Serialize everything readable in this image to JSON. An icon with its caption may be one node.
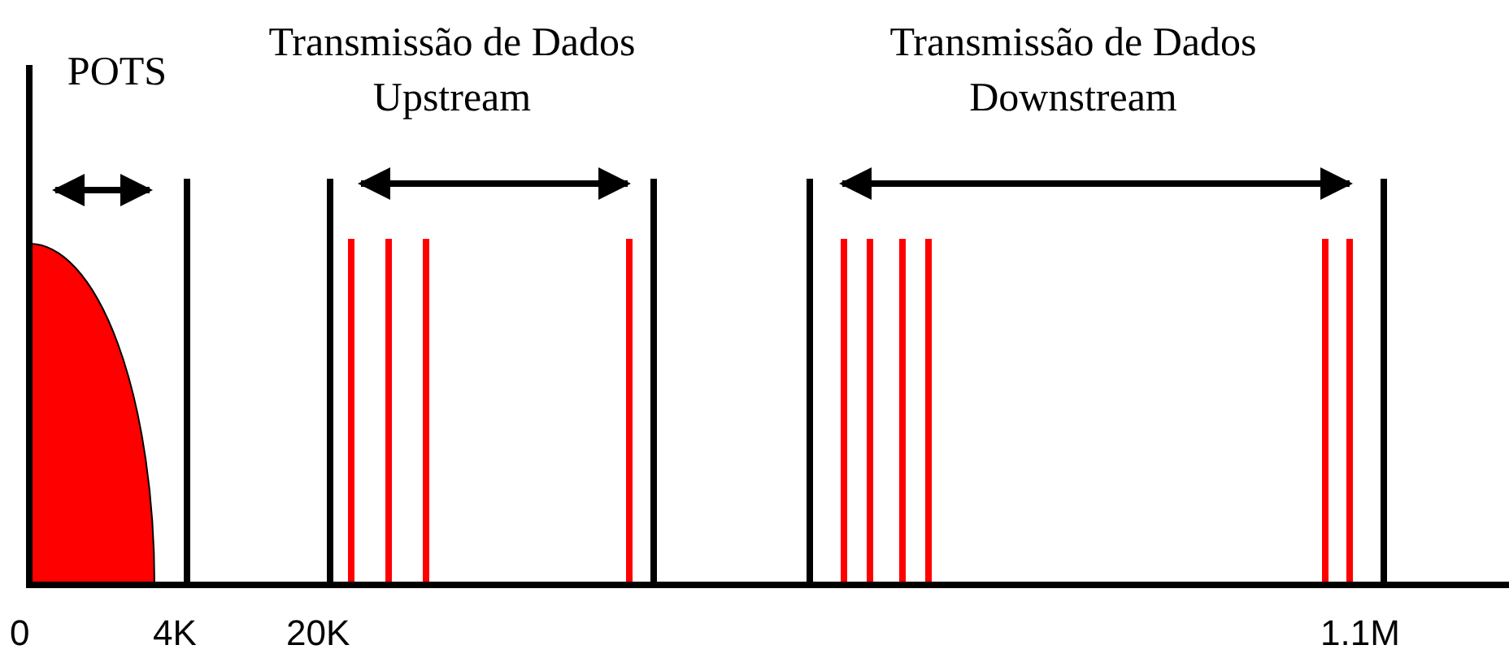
{
  "diagram": {
    "labels": [
      "POTS",
      "Transmissão de Dados Upstream",
      "Transmissão de Dados Downstream",
      "0",
      "4K",
      "20K",
      "1.1M"
    ]
  }
}
